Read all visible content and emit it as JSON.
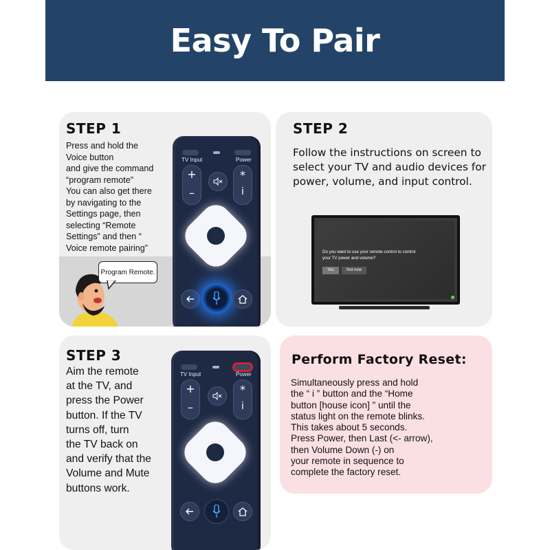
{
  "header": {
    "title": "Easy To Pair"
  },
  "step1": {
    "title": "STEP 1",
    "text": "Press and hold the\nVoice button\nand give the command\n“program remote”\nYou can also get there\nby navigating to the\nSettings page, then\nselecting “Remote\nSettings” and then “\nVoice remote pairing”",
    "bubble": "Program Remote."
  },
  "step2": {
    "title": "STEP 2",
    "text": "Follow the instructions on screen to\nselect your TV and audio devices for\npower, volume, and input control.",
    "tv": {
      "prompt": "Do you want to use your remote control to control\nyour TV power and volume?",
      "yes": "Yes",
      "no": "Not now"
    }
  },
  "step3": {
    "title": "STEP 3",
    "text": "Aim the remote\nat the TV, and\npress the Power\nbutton. If the TV\nturns off, turn\nthe TV back on\nand verify that the\nVolume and Mute\nbuttons work."
  },
  "reset": {
    "title": "Perform Factory Reset:",
    "text": "Simultaneously press and hold\nthe “ i ” button and the “Home\nbutton [house icon] ”  until the\nstatus light on the remote blinks.\n This takes about 5 seconds.\n Press Power, then Last (<- arrow),\nthen Volume Down (-) on\n your remote in sequence to\ncomplete the factory reset."
  },
  "remote": {
    "tv_input": "TV Input",
    "power": "Power",
    "plus": "+",
    "minus": "–",
    "star": "*",
    "info": "i"
  },
  "colors": {
    "header_bg": "#234468",
    "card_bg": "#efefef",
    "reset_card_bg": "#fbe0e3",
    "remote_body": "#1e2a44",
    "voice_glow": "#1c6de0",
    "power_highlight": "#d3222a"
  }
}
